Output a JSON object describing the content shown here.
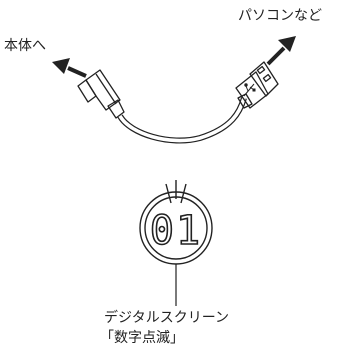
{
  "labels": {
    "to_pc": "パソコンなど",
    "to_body": "本体へ",
    "screen_name": "デジタルスクリーン",
    "screen_state": "「数字点滅」"
  },
  "display": {
    "digits": "01"
  },
  "colors": {
    "stroke": "#222222",
    "background": "#ffffff"
  }
}
